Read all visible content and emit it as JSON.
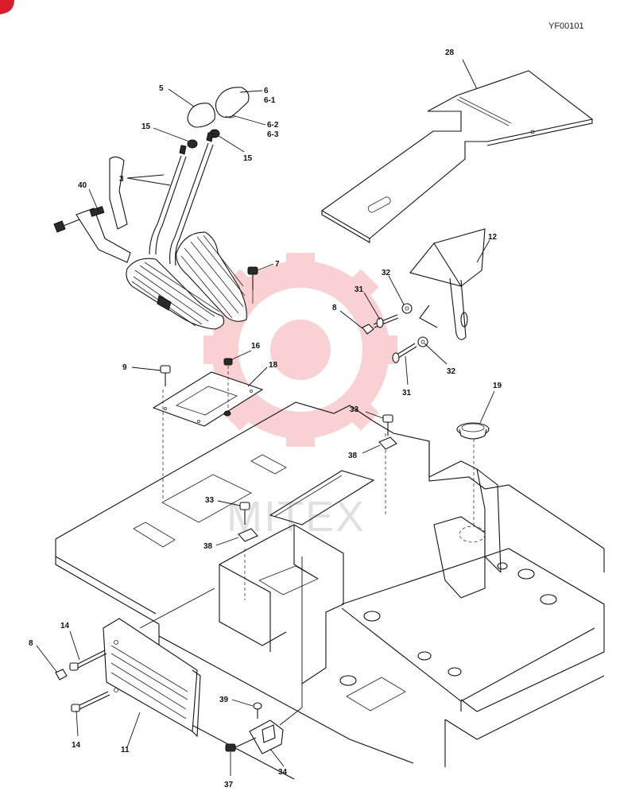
{
  "diagram": {
    "code": "YF00101",
    "watermark_text": "MITEX",
    "callouts": [
      {
        "id": "c-28",
        "label": "28"
      },
      {
        "id": "c-5",
        "label": "5"
      },
      {
        "id": "c-6",
        "label": "6"
      },
      {
        "id": "c-6-1",
        "label": "6-1"
      },
      {
        "id": "c-6-2",
        "label": "6-2"
      },
      {
        "id": "c-6-3",
        "label": "6-3"
      },
      {
        "id": "c-15a",
        "label": "15"
      },
      {
        "id": "c-15b",
        "label": "15"
      },
      {
        "id": "c-3",
        "label": "3"
      },
      {
        "id": "c-40",
        "label": "40"
      },
      {
        "id": "c-7",
        "label": "7"
      },
      {
        "id": "c-12",
        "label": "12"
      },
      {
        "id": "c-32a",
        "label": "32"
      },
      {
        "id": "c-31a",
        "label": "31"
      },
      {
        "id": "c-8a",
        "label": "8"
      },
      {
        "id": "c-32b",
        "label": "32"
      },
      {
        "id": "c-31b",
        "label": "31"
      },
      {
        "id": "c-16",
        "label": "16"
      },
      {
        "id": "c-9",
        "label": "9"
      },
      {
        "id": "c-18",
        "label": "18"
      },
      {
        "id": "c-19",
        "label": "19"
      },
      {
        "id": "c-33a",
        "label": "33"
      },
      {
        "id": "c-38a",
        "label": "38"
      },
      {
        "id": "c-33b",
        "label": "33"
      },
      {
        "id": "c-38b",
        "label": "38"
      },
      {
        "id": "c-14a",
        "label": "14"
      },
      {
        "id": "c-8b",
        "label": "8"
      },
      {
        "id": "c-14b",
        "label": "14"
      },
      {
        "id": "c-11",
        "label": "11"
      },
      {
        "id": "c-39",
        "label": "39"
      },
      {
        "id": "c-37",
        "label": "37"
      },
      {
        "id": "c-34",
        "label": "34"
      }
    ]
  }
}
